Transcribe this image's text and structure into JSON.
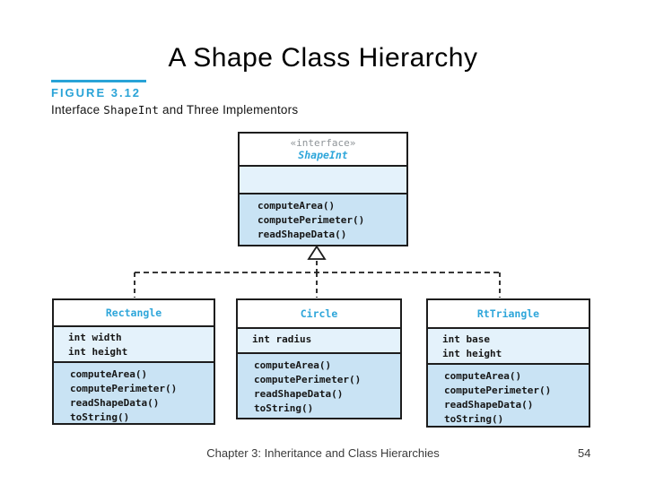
{
  "title": "A Shape Class Hierarchy",
  "figure": {
    "label": "FIGURE 3.12",
    "caption_prefix": "Interface ",
    "caption_code": "ShapeInt",
    "caption_suffix": " and Three Implementors"
  },
  "diagram": {
    "interface": {
      "stereotype": "«interface»",
      "name": "ShapeInt",
      "methods": [
        "computeArea()",
        "computePerimeter()",
        "readShapeData()"
      ]
    },
    "classes": [
      {
        "name": "Rectangle",
        "fields": [
          "int width",
          "int height"
        ],
        "methods": [
          "computeArea()",
          "computePerimeter()",
          "readShapeData()",
          "toString()"
        ]
      },
      {
        "name": "Circle",
        "fields": [
          "int radius"
        ],
        "methods": [
          "computeArea()",
          "computePerimeter()",
          "readShapeData()",
          "toString()"
        ]
      },
      {
        "name": "RtTriangle",
        "fields": [
          "int base",
          "int height"
        ],
        "methods": [
          "computeArea()",
          "computePerimeter()",
          "readShapeData()",
          "toString()"
        ]
      }
    ],
    "relationship": "realization"
  },
  "footer": {
    "text": "Chapter 3: Inheritance and Class Hierarchies",
    "page_number": "54"
  },
  "colors": {
    "figure_blue": "#29a3d7",
    "name_blue": "#2ea6da",
    "stereotype_gray": "#8f9498",
    "fields_bg": "#e4f2fb",
    "methods_bg": "#c9e3f4",
    "border_dark": "#1d1d1d",
    "footer_gray": "#3b3b3b"
  }
}
